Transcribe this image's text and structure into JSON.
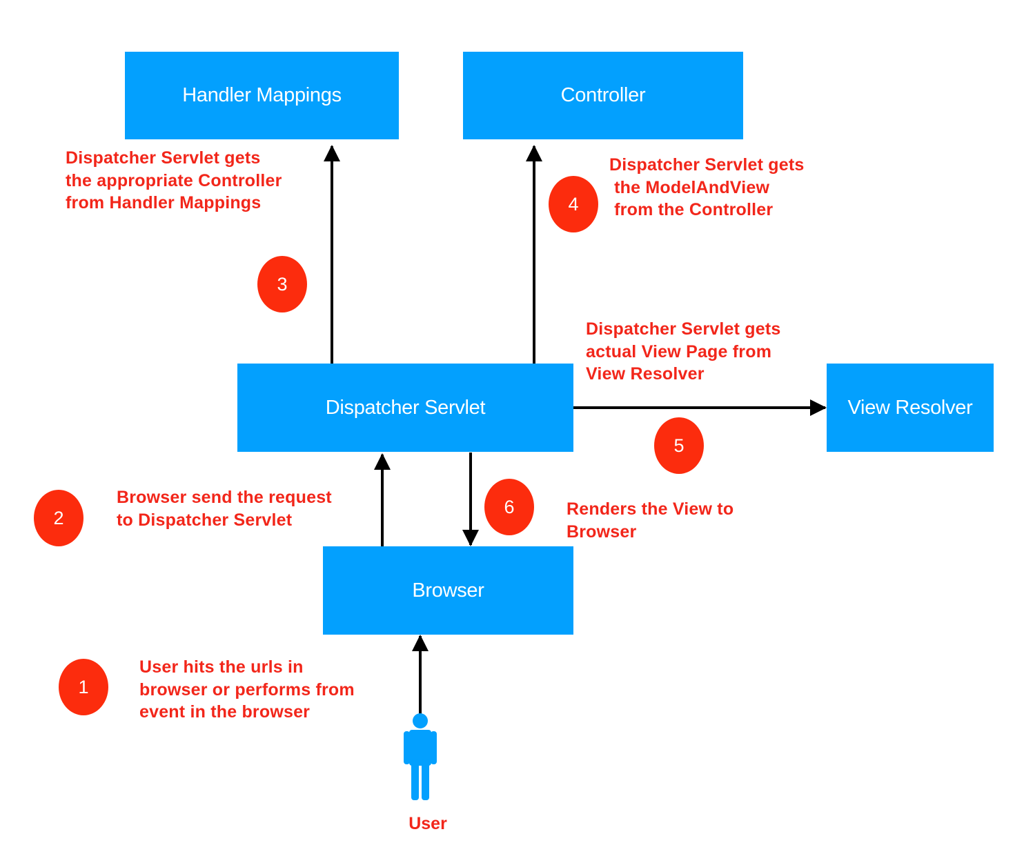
{
  "nodes": {
    "handler_mappings": "Handler Mappings",
    "controller": "Controller",
    "dispatcher_servlet": "Dispatcher Servlet",
    "view_resolver": "View Resolver",
    "browser": "Browser"
  },
  "notes": {
    "step3": "Dispatcher Servlet gets\nthe appropriate Controller\nfrom Handler Mappings",
    "step4": "Dispatcher Servlet gets\n the ModelAndView\n from the Controller",
    "step5": "Dispatcher Servlet gets\nactual View Page from\nView Resolver",
    "step2": "Browser send the request\nto Dispatcher Servlet",
    "step6": "Renders the View to\nBrowser",
    "step1": "User hits the urls in\nbrowser or performs from\nevent in the browser"
  },
  "badges": {
    "b1": "1",
    "b2": "2",
    "b3": "3",
    "b4": "4",
    "b5": "5",
    "b6": "6"
  },
  "user_label": "User",
  "colors": {
    "box": "#03a0fe",
    "badge": "#fc2c0d",
    "note_text": "#f2261a",
    "arrow": "#000000"
  },
  "icons": {
    "user": "person-icon"
  }
}
